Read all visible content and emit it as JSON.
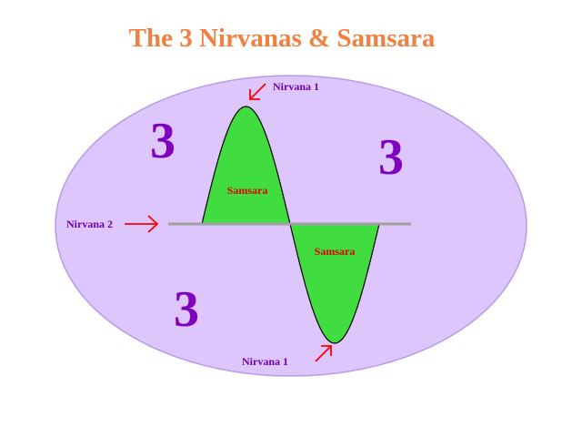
{
  "title": "The 3 Nirvanas & Samsara",
  "threes": [
    "3",
    "3",
    "3"
  ],
  "labels": {
    "nirvana_top": "Nirvana 1",
    "nirvana_bottom": "Nirvana 1",
    "nirvana_left": "Nirvana 2",
    "samsara_upper": "Samsara",
    "samsara_lower": "Samsara"
  },
  "colors": {
    "title": "#f08040",
    "ellipse_fill": "#dcc6fc",
    "ellipse_stroke": "#b89ae8",
    "samsara_fill": "#40dc40",
    "axis": "#a0a0a0",
    "three": "#8000c0",
    "nirvana_label": "#7000b0",
    "samsara_label": "#e00000",
    "arrow": "#ff0000"
  }
}
